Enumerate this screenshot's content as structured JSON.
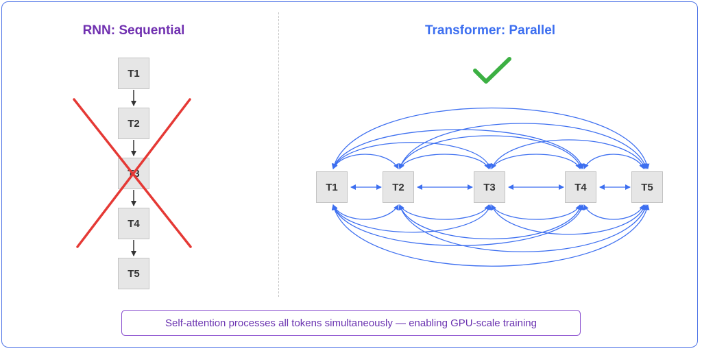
{
  "rnn": {
    "title": "RNN: Sequential",
    "tokens": [
      "T1",
      "T2",
      "T3",
      "T4",
      "T5"
    ],
    "cross_color": "#e53935"
  },
  "transformer": {
    "title": "Transformer: Parallel",
    "tokens": [
      "T1",
      "T2",
      "T3",
      "T4",
      "T5"
    ],
    "check_color": "#3cb043",
    "arrow_color": "#3d6ff0"
  },
  "caption": "Self-attention processes all tokens simultaneously — enabling GPU-scale training",
  "colors": {
    "rnn_title": "#7030b0",
    "transformer_title": "#3d6ff0",
    "caption_border": "#8a4fcf",
    "frame": "#4d73e6"
  }
}
